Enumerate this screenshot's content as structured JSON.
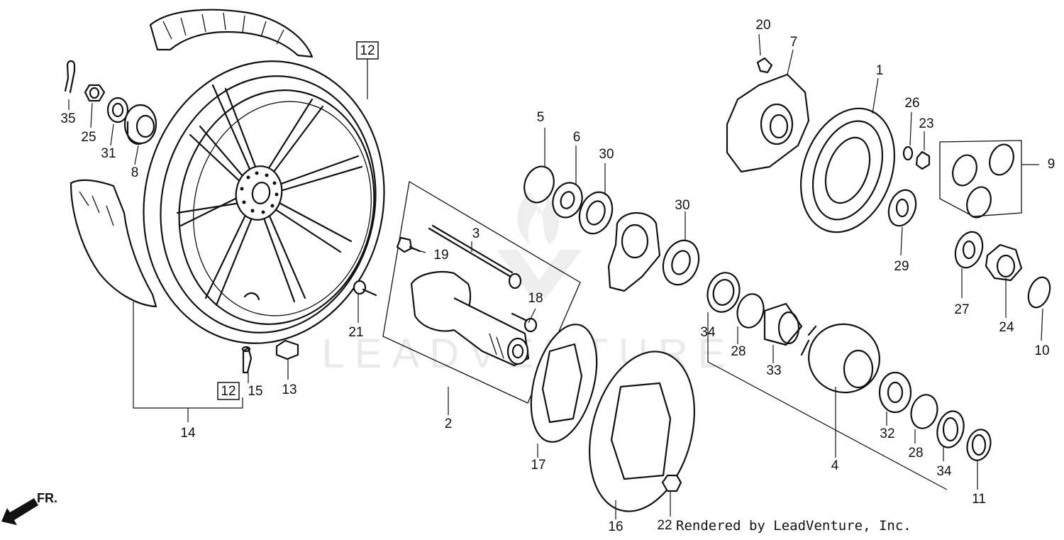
{
  "watermark": "LEADVENTURE",
  "credit": "Rendered by LeadVenture, Inc.",
  "direction_label": "FR.",
  "callouts": [
    {
      "id": "1",
      "label": "1"
    },
    {
      "id": "2",
      "label": "2"
    },
    {
      "id": "3",
      "label": "3"
    },
    {
      "id": "4",
      "label": "4"
    },
    {
      "id": "5",
      "label": "5"
    },
    {
      "id": "6",
      "label": "6"
    },
    {
      "id": "7",
      "label": "7"
    },
    {
      "id": "8",
      "label": "8"
    },
    {
      "id": "9",
      "label": "9"
    },
    {
      "id": "10",
      "label": "10"
    },
    {
      "id": "11",
      "label": "11"
    },
    {
      "id": "12a",
      "label": "12"
    },
    {
      "id": "12b",
      "label": "12"
    },
    {
      "id": "13",
      "label": "13"
    },
    {
      "id": "14",
      "label": "14"
    },
    {
      "id": "15",
      "label": "15"
    },
    {
      "id": "16",
      "label": "16"
    },
    {
      "id": "17",
      "label": "17"
    },
    {
      "id": "18",
      "label": "18"
    },
    {
      "id": "19",
      "label": "19"
    },
    {
      "id": "20",
      "label": "20"
    },
    {
      "id": "21",
      "label": "21"
    },
    {
      "id": "22",
      "label": "22"
    },
    {
      "id": "23",
      "label": "23"
    },
    {
      "id": "24",
      "label": "24"
    },
    {
      "id": "25",
      "label": "25"
    },
    {
      "id": "26",
      "label": "26"
    },
    {
      "id": "27",
      "label": "27"
    },
    {
      "id": "28a",
      "label": "28"
    },
    {
      "id": "28b",
      "label": "28"
    },
    {
      "id": "29",
      "label": "29"
    },
    {
      "id": "30a",
      "label": "30"
    },
    {
      "id": "30b",
      "label": "30"
    },
    {
      "id": "31",
      "label": "31"
    },
    {
      "id": "32",
      "label": "32"
    },
    {
      "id": "33",
      "label": "33"
    },
    {
      "id": "34a",
      "label": "34"
    },
    {
      "id": "34b",
      "label": "34"
    },
    {
      "id": "35",
      "label": "35"
    }
  ]
}
